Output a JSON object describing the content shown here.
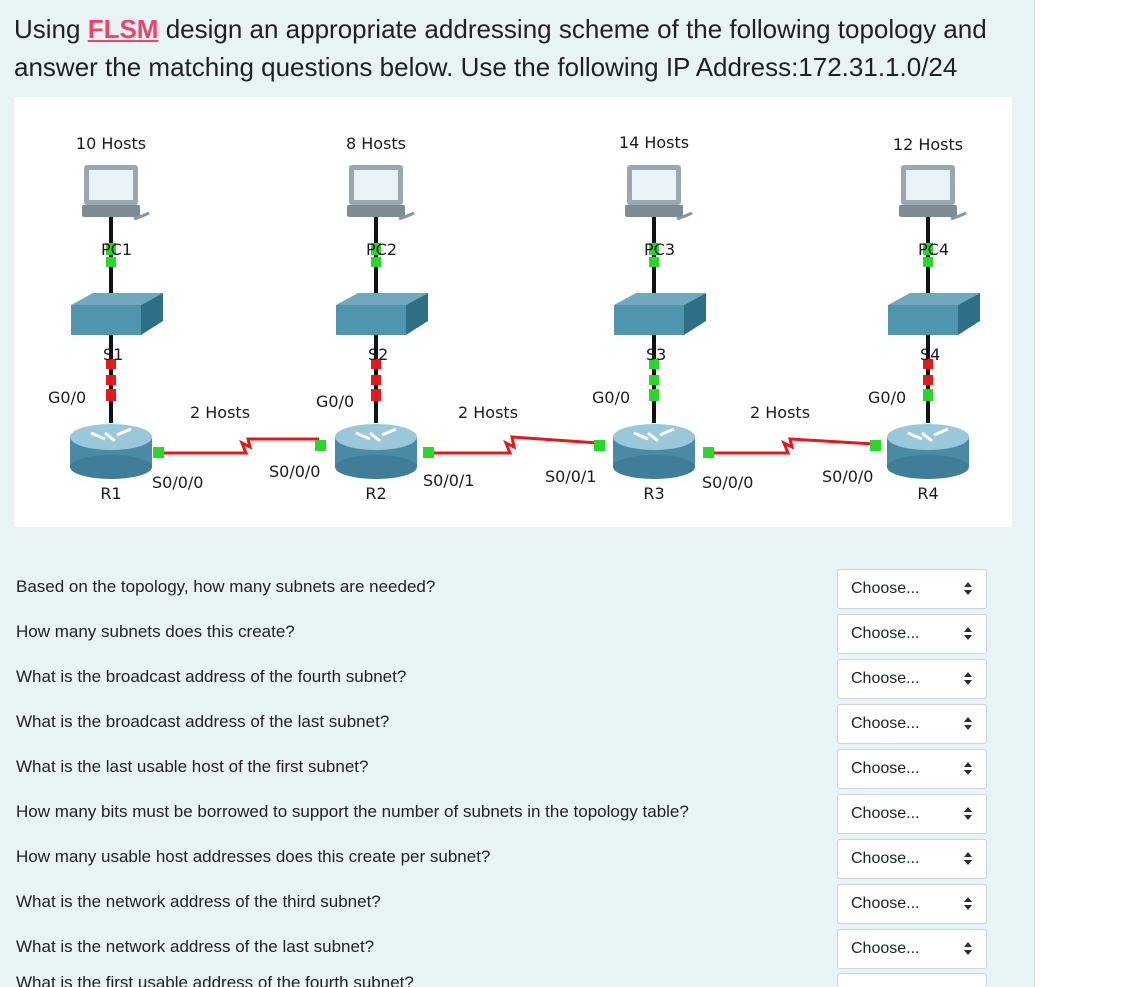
{
  "question": {
    "prefix": "Using ",
    "highlight": "FLSM",
    "rest_line1": " design an appropriate addressing scheme of the following topology and",
    "line2": "answer the matching questions below. Use the following IP Address:172.31.1.0/24"
  },
  "topology": {
    "hosts": [
      "10 Hosts",
      "8 Hosts",
      "14 Hosts",
      "12 Hosts"
    ],
    "pcs": [
      "PC1",
      "PC2",
      "PC3",
      "PC4"
    ],
    "switches": [
      "S1",
      "S2",
      "S3",
      "S4"
    ],
    "routers": [
      "R1",
      "R2",
      "R3",
      "R4"
    ],
    "g_ports": [
      "G0/0",
      "G0/0",
      "G0/0",
      "G0/0"
    ],
    "serial_ports": [
      "S0/0/0",
      "S0/0/0",
      "S0/0/1",
      "S0/0/1",
      "S0/0/0",
      "S0/0/0"
    ],
    "wan_hosts": [
      "2 Hosts",
      "2 Hosts",
      "2 Hosts"
    ]
  },
  "matching": {
    "placeholder": "Choose...",
    "questions": [
      "Based on the topology, how many subnets are needed?",
      "How many subnets does this create?",
      "What is the broadcast address of the fourth subnet?",
      "What is the broadcast address of the last subnet?",
      "What is the last usable host of the first subnet?",
      "How many bits must be borrowed to support the number of subnets in the topology table?",
      "How many usable host addresses does this create per subnet?",
      "What is the network address of the third subnet?",
      "What is the network address of the last subnet?"
    ],
    "partial_question": "What is the first usable address of the fourth subnet?"
  }
}
